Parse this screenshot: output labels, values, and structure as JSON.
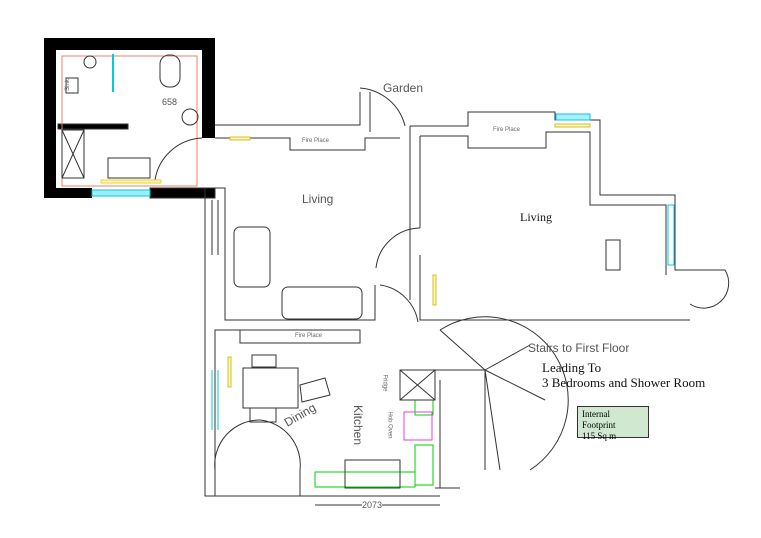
{
  "rooms": {
    "garden": "Garden",
    "living_left": "Living",
    "living_right": "Living",
    "dining": "Dining",
    "kitchen": "Kitchen",
    "stairs": "Stairs to First Floor"
  },
  "fixtures": {
    "fire_place_1": "Fire Place",
    "fire_place_2": "Fire Place",
    "fire_place_3": "Fire Place",
    "fridge": "Fridge",
    "hob_oven": "Hob Oven",
    "sink": "Sink",
    "bathroom_code": "658"
  },
  "notes": {
    "leading_to_1": "Leading To",
    "leading_to_2": "3 Bedrooms and Shower Room"
  },
  "dimension": "2073",
  "footprint": {
    "line1": "Internal Footprint",
    "line2": "115 Sq m"
  },
  "colors": {
    "wall": "#000000",
    "window": "#00d0e0",
    "radiator": "#f0e060",
    "kitchen_unit": "#00e000",
    "socket": "#e00000"
  }
}
